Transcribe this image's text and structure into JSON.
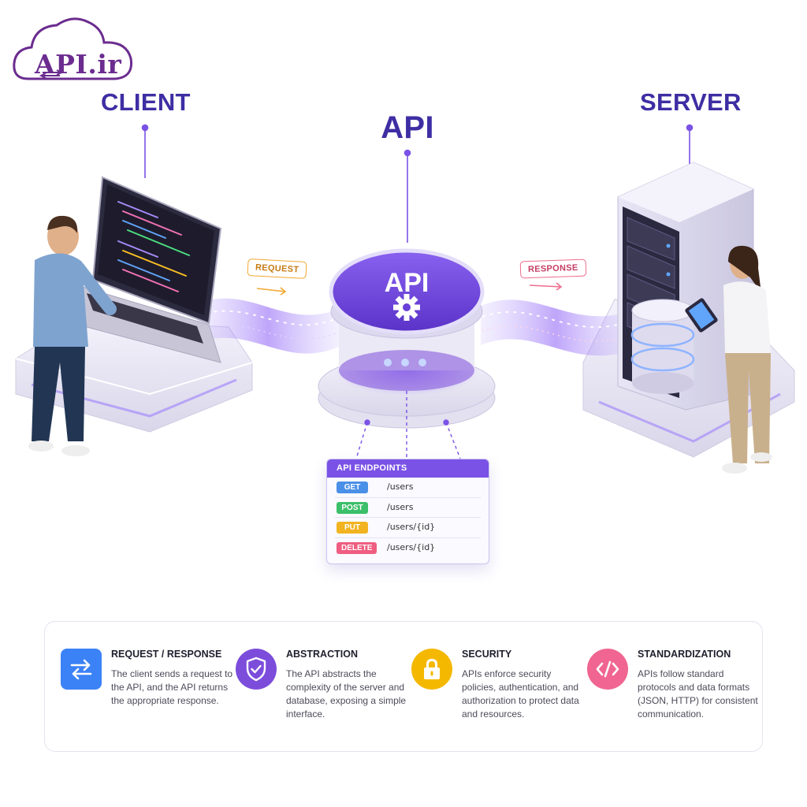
{
  "logo": {
    "text": "API.ir",
    "color": "#6b2c8f"
  },
  "headings": {
    "client": "CLIENT",
    "api": "API",
    "server": "SERVER"
  },
  "api_hub_label": "API",
  "flow": {
    "request": "REQUEST",
    "response": "RESPONSE"
  },
  "endpoints": {
    "title": "API ENDPOINTS",
    "rows": [
      {
        "method": "GET",
        "path": "/users",
        "color": "#4a90e8"
      },
      {
        "method": "POST",
        "path": "/users",
        "color": "#3cbf6a"
      },
      {
        "method": "PUT",
        "path": "/users/{id}",
        "color": "#f2b320"
      },
      {
        "method": "DELETE",
        "path": "/users/{id}",
        "color": "#ef5d80"
      }
    ]
  },
  "features": [
    {
      "icon": "exchange-arrows-icon",
      "color": "#3b82f6",
      "title": "REQUEST / RESPONSE",
      "desc": "The client sends a request to the API, and the API returns the appropriate response."
    },
    {
      "icon": "shield-check-icon",
      "color": "#7c4ddb",
      "title": "ABSTRACTION",
      "desc": "The API abstracts the complexity of the server and database, exposing a simple interface."
    },
    {
      "icon": "padlock-icon",
      "color": "#f5b800",
      "title": "SECURITY",
      "desc": "APIs enforce security policies, authentication, and authorization to protect data and resources."
    },
    {
      "icon": "code-brackets-icon",
      "color": "#f06591",
      "title": "STANDARDIZATION",
      "desc": "APIs follow standard protocols and data formats (JSON, HTTP) for consistent communication."
    }
  ],
  "colors": {
    "accent": "#7a52e6",
    "heading": "#3e2ea3",
    "glow": "#a78bfa"
  }
}
